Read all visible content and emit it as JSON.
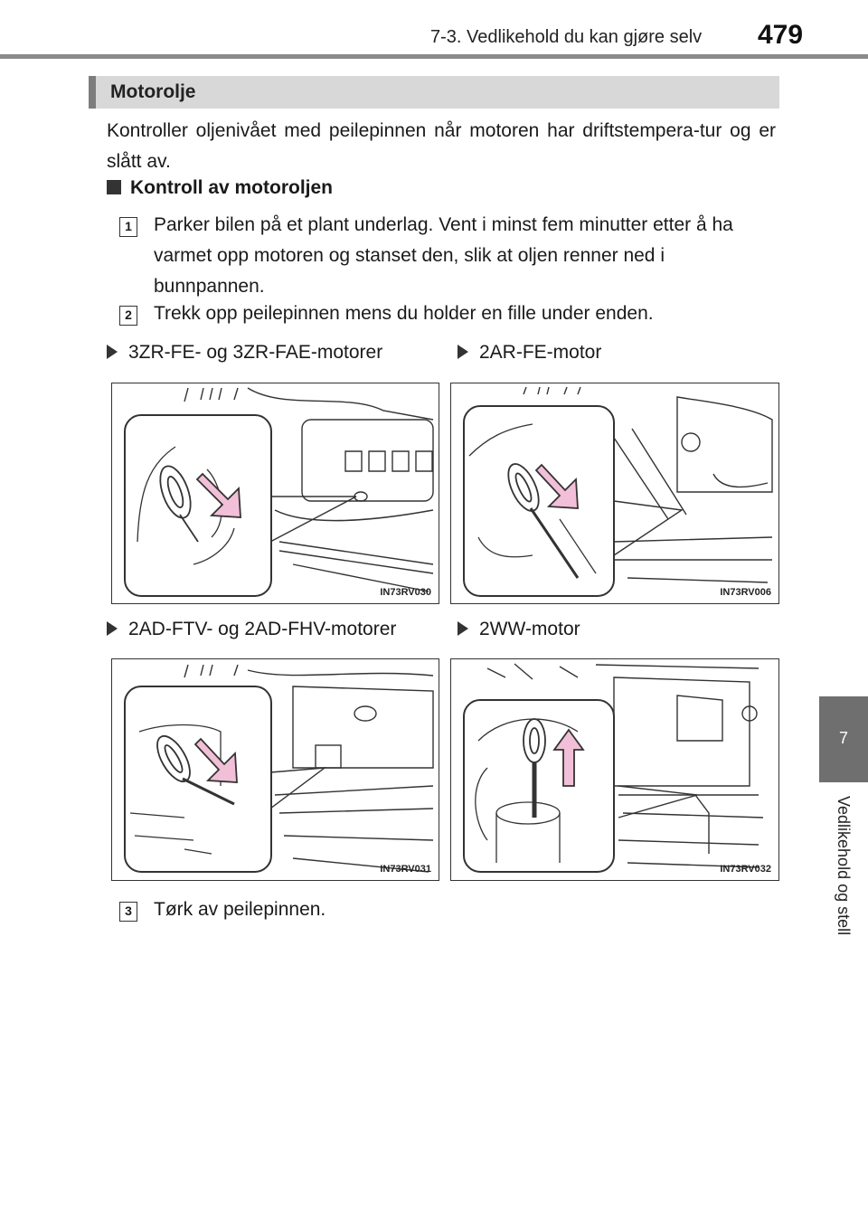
{
  "header": {
    "section": "7-3. Vedlikehold du kan gjøre selv",
    "page_number": "479"
  },
  "side_tab": {
    "chapter_number": "7",
    "chapter_title": "Vedlikehold og stell"
  },
  "section": {
    "title": "Motorolje",
    "intro": "Kontroller oljenivået med peilepinnen når motoren har driftstempera-tur og er slått av."
  },
  "subheading": "Kontroll av motoroljen",
  "steps": [
    {
      "number": "1",
      "text": "Parker bilen på et plant underlag. Vent i minst fem minutter etter å ha varmet opp motoren og stanset den, slik at oljen renner ned i bunnpannen."
    },
    {
      "number": "2",
      "text": "Trekk opp peilepinnen mens du holder en fille under enden."
    },
    {
      "number": "3",
      "text": "Tørk av peilepinnen."
    }
  ],
  "figures": [
    {
      "label": "3ZR-FE- og 3ZR-FAE-motorer",
      "code": "IN73RV030"
    },
    {
      "label": "2AR-FE-motor",
      "code": "IN73RV006"
    },
    {
      "label": "2AD-FTV- og 2AD-FHV-motorer",
      "code": "IN73RV031"
    },
    {
      "label": "2WW-motor",
      "code": "IN73RV032"
    }
  ],
  "colors": {
    "arrow_fill": "#f2bfd8",
    "tab_gray": "#6f6f6f",
    "bar_gray": "#d8d8d8"
  }
}
